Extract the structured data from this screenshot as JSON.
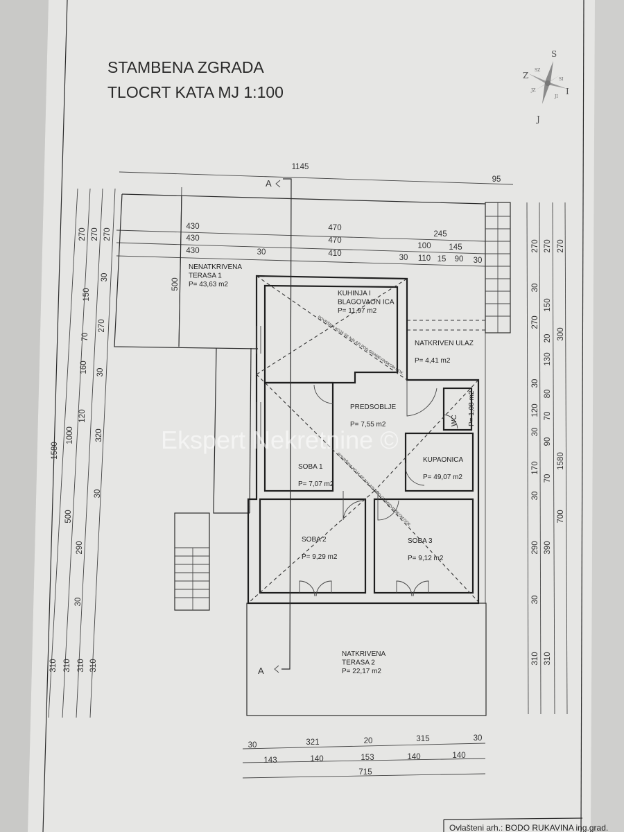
{
  "title": {
    "line1": "STAMBENA ZGRADA",
    "line2": "TLOCRT KATA   MJ 1:100"
  },
  "compass": {
    "north": "S",
    "south": "J",
    "west": "Z",
    "east": "I",
    "nw": "SZ",
    "ne": "SI",
    "sw": "JZ",
    "se": "JI"
  },
  "section_marker": {
    "top": "A",
    "bottom": "A"
  },
  "rooms": [
    {
      "name": "NENATKRIVENA",
      "name2": "TERASA 1",
      "area": "P= 43,63 m2"
    },
    {
      "name": "KUHINJA I",
      "name2": "BLAGOVAON ICA",
      "area": "P= 11,97 m2"
    },
    {
      "name": "NATKRIVEN ULAZ",
      "name2": "",
      "area": "P= 4,41 m2"
    },
    {
      "name": "PREDSOBLJE",
      "name2": "",
      "area": "P= 7,55 m2"
    },
    {
      "name": "WC",
      "name2": "",
      "area": "P= 1,08 m2"
    },
    {
      "name": "KUPAONICA",
      "name2": "",
      "area": "P= 49,07 m2"
    },
    {
      "name": "SOBA 1",
      "name2": "",
      "area": "P= 7,07 m2"
    },
    {
      "name": "SOBA 2",
      "name2": "",
      "area": "P= 9,29 m2"
    },
    {
      "name": "SOBA 3",
      "name2": "",
      "area": "P= 9,12 m2"
    },
    {
      "name": "NATKRIVENA",
      "name2": "TERASA 2",
      "area": "P= 22,17 m2"
    }
  ],
  "notes": {
    "upper": "POVRŠINA KOJA SE NALAZI POD GRAĐEVINSKOM OOK.",
    "lower": "POVRŠINA KOJA SE NALAZI POD GRAĐEVINSKOM OOK."
  },
  "dimensions": {
    "top": [
      "1145",
      "95",
      "430",
      "470",
      "245",
      "430",
      "470",
      "100",
      "145",
      "430",
      "30",
      "410",
      "30",
      "110",
      "15",
      "90",
      "30",
      "500"
    ],
    "left": [
      "1580",
      "310",
      "270",
      "1000",
      "500",
      "310",
      "270",
      "150",
      "70",
      "160",
      "120",
      "290",
      "30",
      "310",
      "270",
      "30",
      "270",
      "30",
      "320",
      "30",
      "310"
    ],
    "right": [
      "270",
      "30",
      "270",
      "30",
      "120",
      "30",
      "170",
      "30",
      "290",
      "30",
      "310",
      "270",
      "150",
      "20",
      "130",
      "80",
      "70",
      "90",
      "70",
      "390",
      "310",
      "270",
      "300",
      "700",
      "1580"
    ],
    "bottom": [
      "30",
      "321",
      "20",
      "315",
      "30",
      "143",
      "140",
      "153",
      "140",
      "140",
      "715"
    ]
  },
  "watermark": "Ekspert Nekretnine ©",
  "footer": {
    "architect": "Ovlašteni arh.: BODO RUKAVINA ing.grad."
  }
}
